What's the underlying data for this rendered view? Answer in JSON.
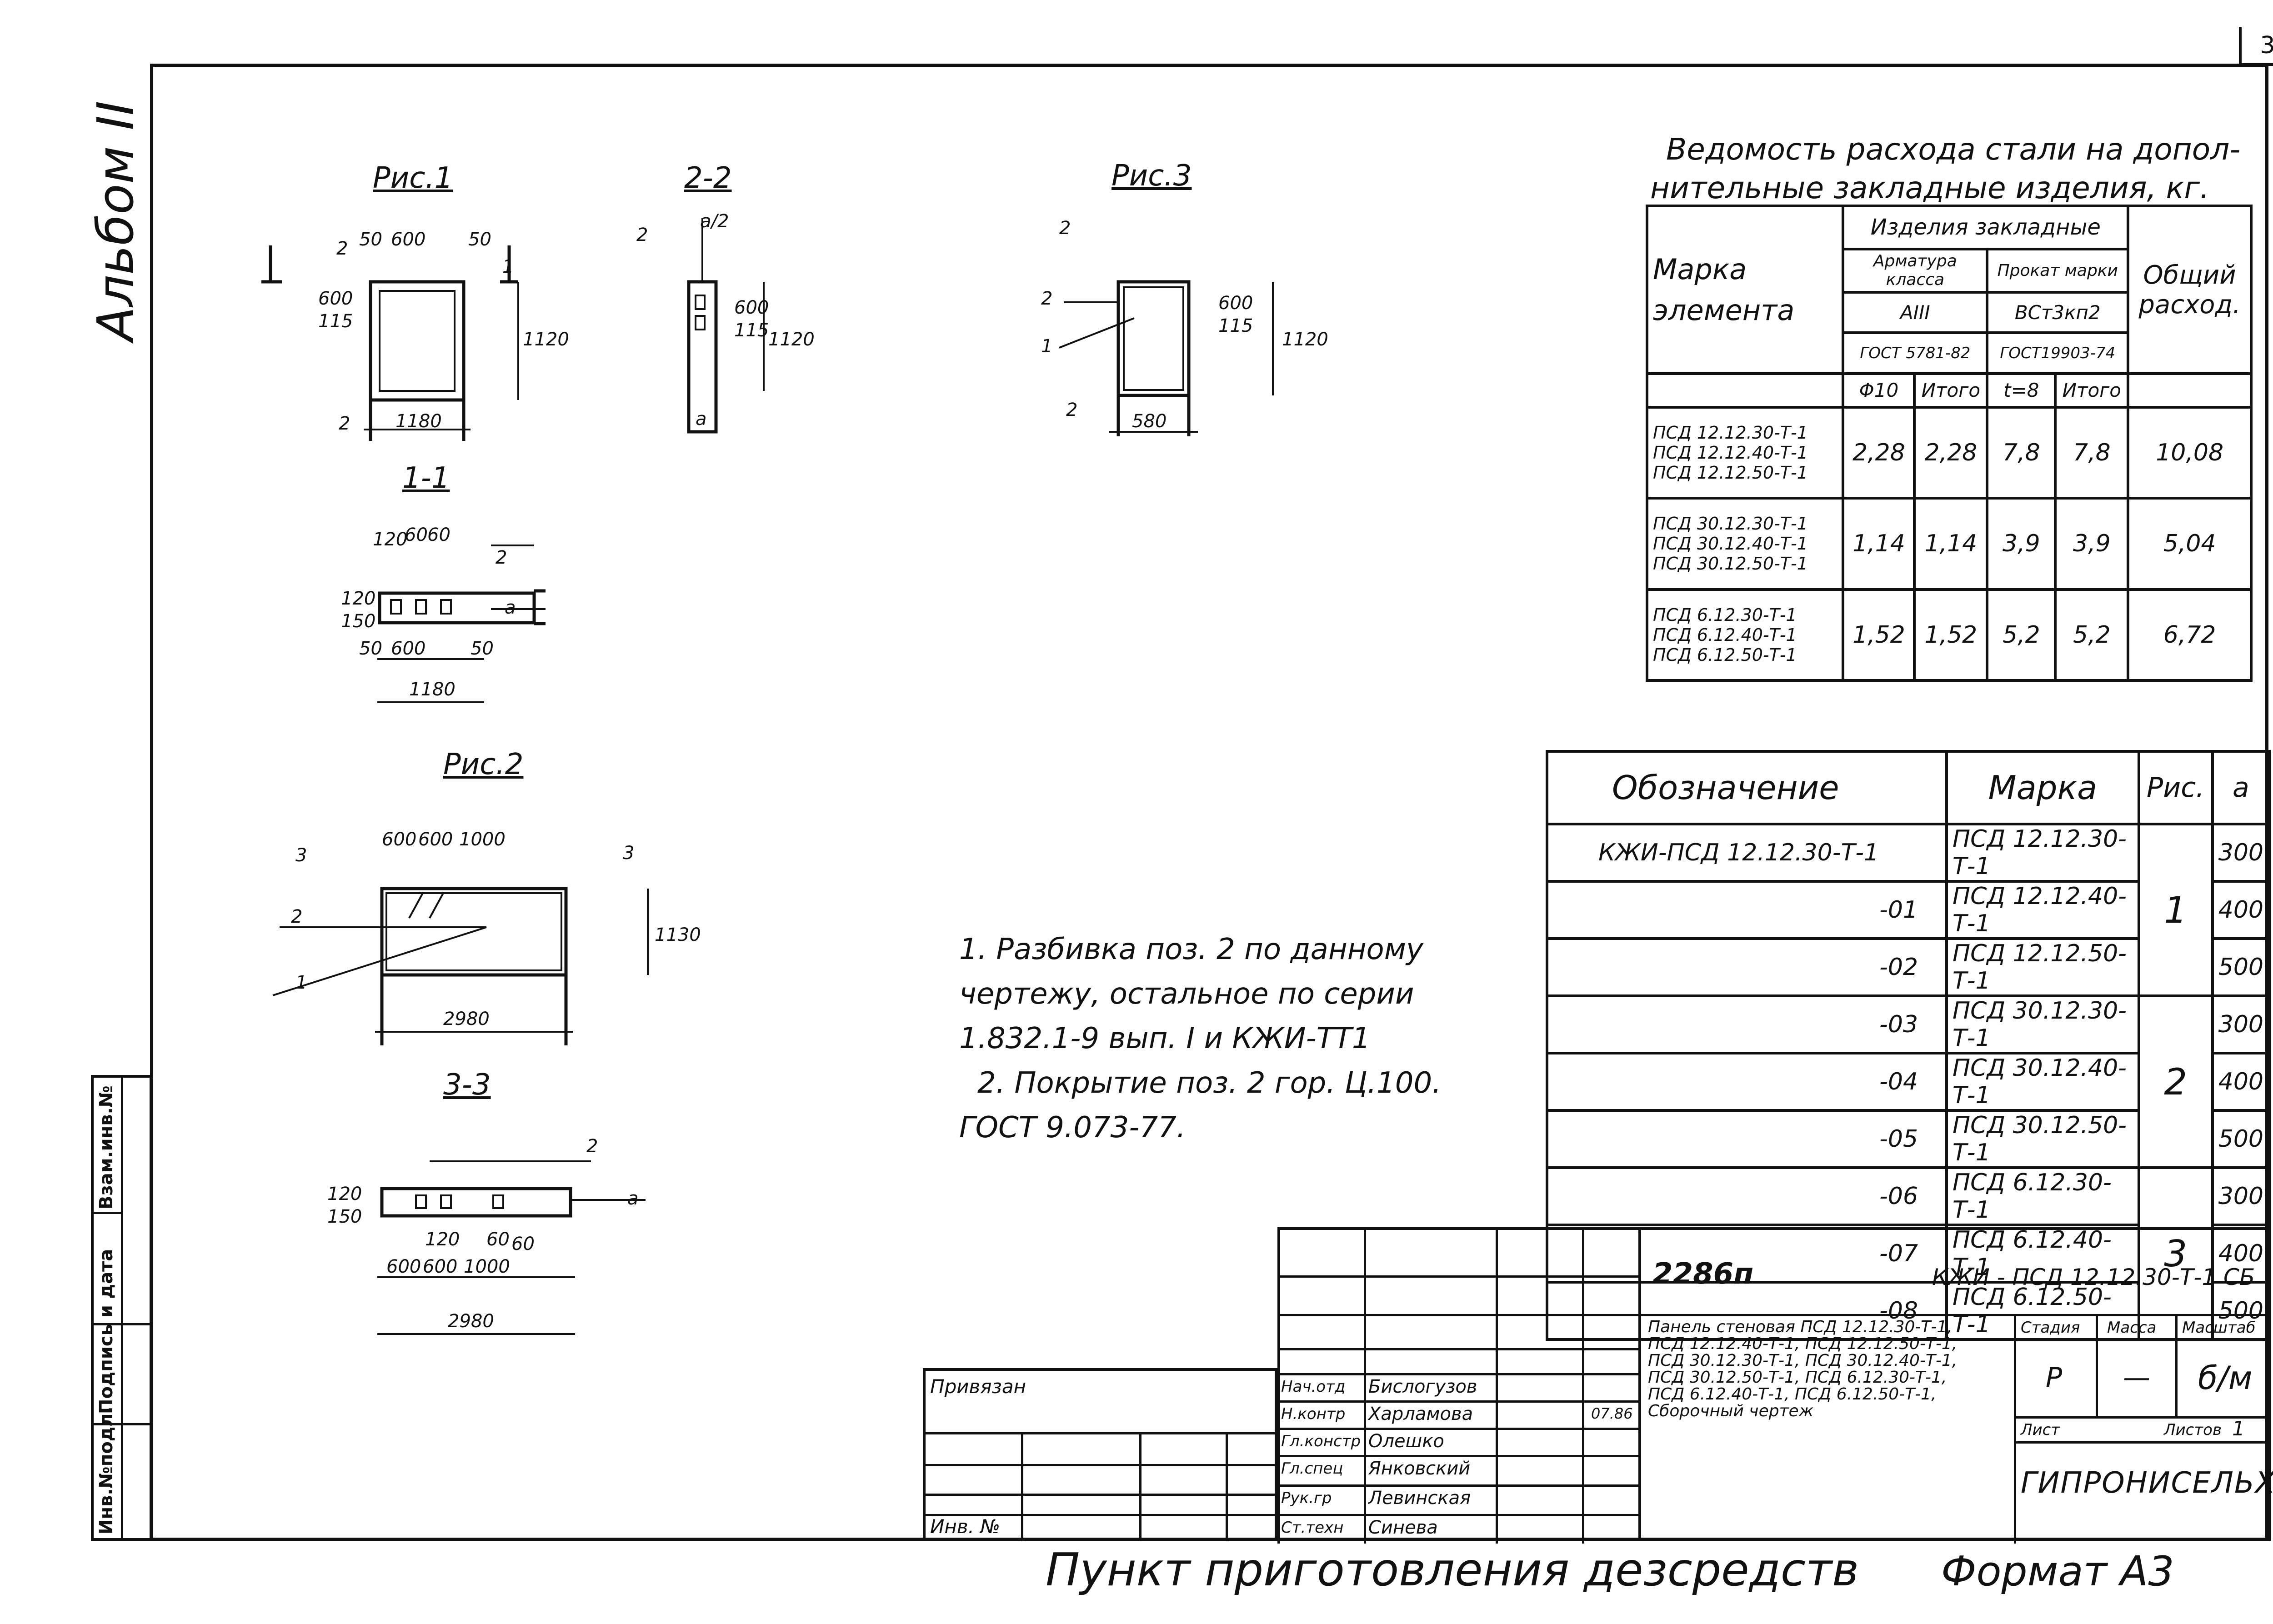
{
  "page_number": "3",
  "album_label": "Альбом II",
  "side_stamp": {
    "col1": "Инв.№подл.",
    "col2": "Подпись и дата",
    "col3": "Взам.инв.№"
  },
  "figures": {
    "fig1_title": "Рис.1",
    "section22_title": "2-2",
    "fig3_title": "Рис.3",
    "section11_title": "1-1",
    "fig2_title": "Рис.2",
    "section33_title": "3-3"
  },
  "dims": {
    "fig1": [
      "2",
      "50",
      "600",
      "50",
      "1",
      "600",
      "115",
      "1120",
      "2",
      "1180"
    ],
    "sec22": [
      "2",
      "a/2",
      "600",
      "115",
      "1120",
      "a"
    ],
    "fig3": [
      "2",
      "2",
      "1",
      "2",
      "600",
      "115",
      "1120",
      "580"
    ],
    "sec11": [
      "120",
      "60",
      "60",
      "2",
      "120",
      "150",
      "a",
      "50",
      "600",
      "50",
      "1180"
    ],
    "fig2": [
      "3",
      "600",
      "600",
      "1000",
      "3",
      "2",
      "1",
      "1130",
      "2980"
    ],
    "sec33": [
      "2",
      "120",
      "150",
      "a",
      "120",
      "60",
      "60",
      "600",
      "600",
      "1000",
      "2980"
    ]
  },
  "steel_table": {
    "title_line1": "Ведомость расхода стали на допол-",
    "title_line2": "нительные закладные изделия, кг.",
    "h_mark": "Марка элемента",
    "h_items": "Изделия закладные",
    "h_rebar": "Арматура класса",
    "h_rolled": "Прокат марки",
    "h_total": "Общий расход.",
    "h_a3": "АIII",
    "h_vst": "ВСт3кп2",
    "h_gost1": "ГОСТ 5781-82",
    "h_gost2": "ГОСТ19903-74",
    "h_d10": "Φ10",
    "h_itogo1": "Итого",
    "h_t8": "t=8",
    "h_itogo2": "Итого",
    "rows": [
      {
        "marks": [
          "ПСД 12.12.30-Т-1",
          "ПСД 12.12.40-Т-1",
          "ПСД 12.12.50-Т-1"
        ],
        "d10": "2,28",
        "itogo1": "2,28",
        "t8": "7,8",
        "itogo2": "7,8",
        "total": "10,08"
      },
      {
        "marks": [
          "ПСД 30.12.30-Т-1",
          "ПСД 30.12.40-Т-1",
          "ПСД 30.12.50-Т-1"
        ],
        "d10": "1,14",
        "itogo1": "1,14",
        "t8": "3,9",
        "itogo2": "3,9",
        "total": "5,04"
      },
      {
        "marks": [
          "ПСД 6.12.30-Т-1",
          "ПСД 6.12.40-Т-1",
          "ПСД 6.12.50-Т-1"
        ],
        "d10": "1,52",
        "itogo1": "1,52",
        "t8": "5,2",
        "itogo2": "5,2",
        "total": "6,72"
      }
    ]
  },
  "spec_table": {
    "h_designation": "Обозначение",
    "h_mark": "Марка",
    "h_fig": "Рис.",
    "h_a": "a",
    "rows": [
      {
        "des": "КЖИ-ПСД 12.12.30-Т-1",
        "mark": "ПСД 12.12.30-Т-1",
        "a": "300"
      },
      {
        "des": "-01",
        "mark": "ПСД 12.12.40-Т-1",
        "a": "400"
      },
      {
        "des": "-02",
        "mark": "ПСД 12.12.50-Т-1",
        "a": "500"
      },
      {
        "des": "-03",
        "mark": "ПСД 30.12.30-Т-1",
        "a": "300"
      },
      {
        "des": "-04",
        "mark": "ПСД 30.12.40-Т-1",
        "a": "400"
      },
      {
        "des": "-05",
        "mark": "ПСД 30.12.50-Т-1",
        "a": "500"
      },
      {
        "des": "-06",
        "mark": "ПСД 6.12.30-Т-1",
        "a": "300"
      },
      {
        "des": "-07",
        "mark": "ПСД 6.12.40-Т-1",
        "a": "400"
      },
      {
        "des": "-08",
        "mark": "ПСД 6.12.50-Т-1",
        "a": "500"
      }
    ],
    "figs": [
      "1",
      "2",
      "3"
    ]
  },
  "notes": {
    "line1": "1. Разбивка поз. 2 по данному",
    "line2": "чертежу, остальное по серии",
    "line3": "1.832.1-9 вып. I и КЖИ-ТТ1",
    "line4": "2. Покрытие поз. 2 гор. Ц.100.",
    "line5": "ГОСТ 9.073-77."
  },
  "title_block": {
    "project_no": "2286п",
    "doc_code": "КЖИ - ПСД 12.12.30-Т-1 СБ",
    "desc_lines": [
      "Панель стеновая ПСД 12.12.30-Т-1,",
      "ПСД 12.12.40-Т-1, ПСД 12.12.50-Т-1,",
      "ПСД 30.12.30-Т-1, ПСД 30.12.40-Т-1,",
      "ПСД 30.12.50-Т-1, ПСД 6.12.30-Т-1,",
      "ПСД 6.12.40-Т-1, ПСД 6.12.50-Т-1,",
      "Сборочный чертеж"
    ],
    "h_stage": "Стадия",
    "h_mass": "Масса",
    "h_scale": "Масштаб",
    "stage": "Р",
    "mass": "—",
    "scale": "б/м",
    "h_sheet": "Лист",
    "h_sheets": "Листов",
    "sheets": "1",
    "org": "ГИПРОНИСЕЛЬХОЗ",
    "privyazan": "Привязан",
    "inv_no": "Инв. №",
    "date": "07.86",
    "signers": [
      {
        "role": "Нач.отд",
        "name": "Бислогузов"
      },
      {
        "role": "Н.контр",
        "name": "Харламова"
      },
      {
        "role": "Гл.констр",
        "name": "Олешко"
      },
      {
        "role": "Гл.спец",
        "name": "Янковский"
      },
      {
        "role": "Рук.гр",
        "name": "Левинская"
      },
      {
        "role": "Ст.техн",
        "name": "Синева"
      }
    ]
  },
  "footer": "Пункт приготовления дезсредств",
  "format": "Формат А3"
}
